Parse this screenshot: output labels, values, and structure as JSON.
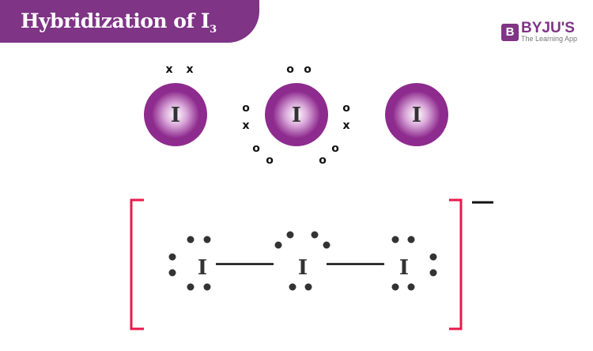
{
  "header": {
    "title": "Hybridization of I",
    "title_subscript": "3"
  },
  "logo": {
    "icon": "B",
    "brand": "BYJU'S",
    "tagline": "The Learning App"
  },
  "atoms": {
    "symbol": "I"
  },
  "electron_marks": {
    "cross": "x",
    "circle": "o"
  },
  "colors": {
    "banner": "#7f3485",
    "atom": "#8e2b8e",
    "bracket": "#e8194a"
  }
}
